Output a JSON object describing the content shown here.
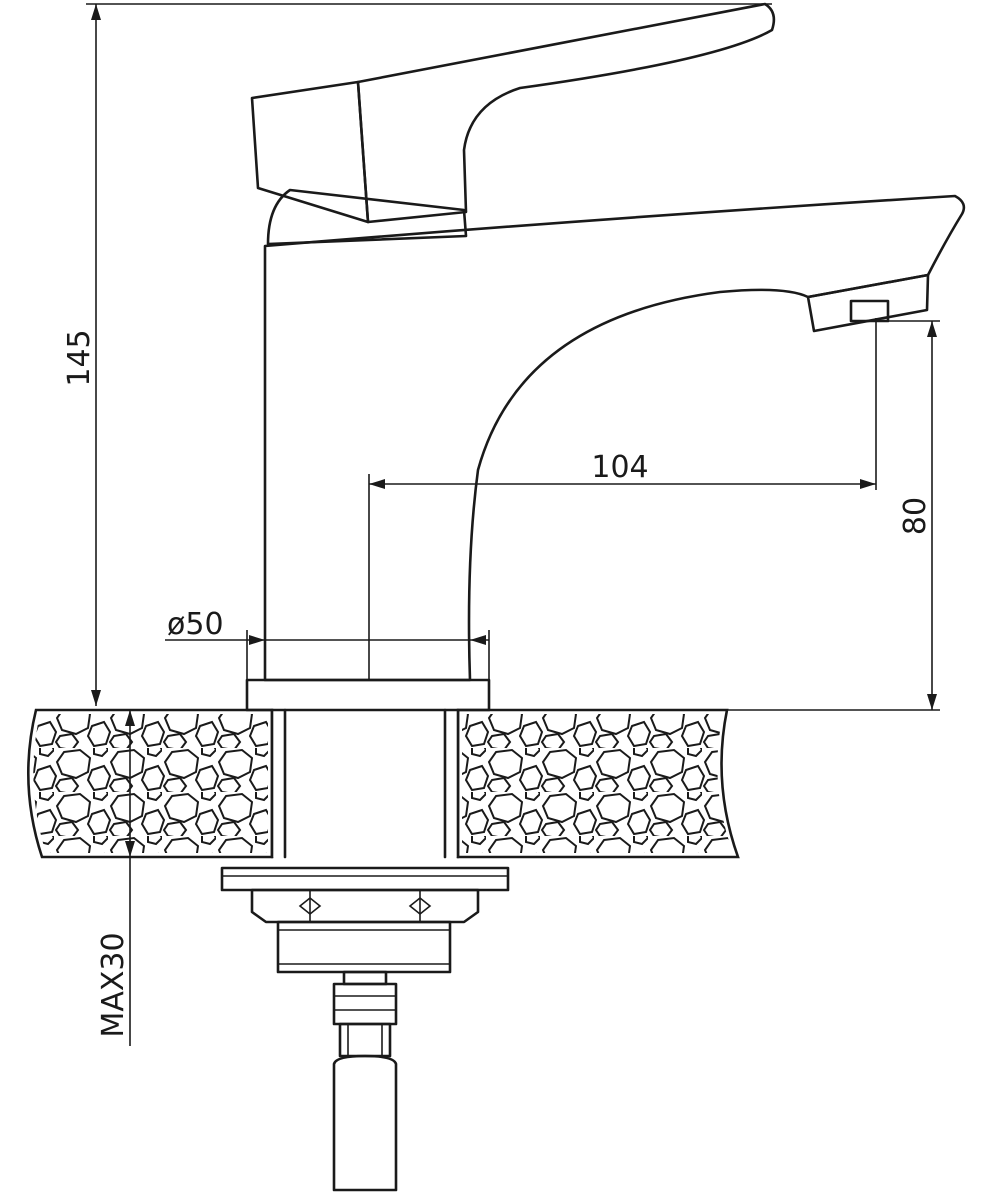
{
  "drawing": {
    "subject": "single-lever basin mixer tap, side view technical drawing",
    "dimensions": {
      "total_height": "145",
      "spout_reach": "104",
      "spout_clearance": "80",
      "base_diameter": "ø50",
      "max_countertop": "MAX30"
    }
  },
  "colors": {
    "line": "#1a1a1a",
    "background": "#ffffff"
  }
}
